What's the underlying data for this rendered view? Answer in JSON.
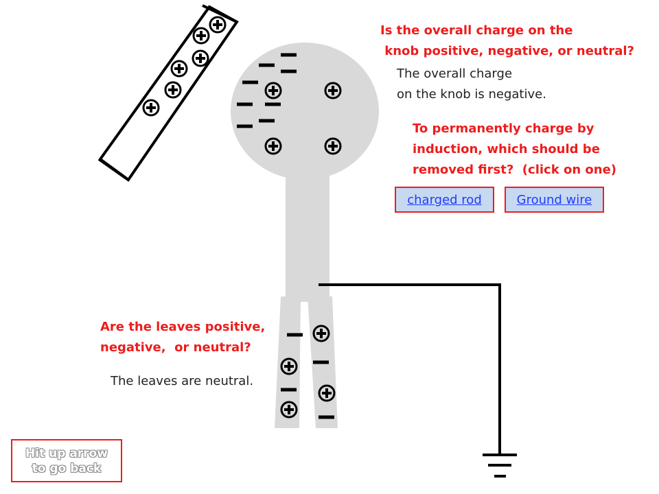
{
  "questions": {
    "knob_question": "Is the overall charge on the\n knob positive, negative, or neutral?",
    "knob_answer": "The overall charge\non the knob is negative.",
    "induction_question": "To permanently charge by\ninduction, which should be\nremoved first?  (click on one)",
    "leaves_question": "Are the leaves positive,\nnegative,  or neutral?",
    "leaves_answer": "The leaves are neutral."
  },
  "choices": {
    "charged_rod": "charged rod",
    "ground_wire": "Ground wire"
  },
  "back_button": {
    "line1": "Hit up arrow",
    "line2": "to go back"
  },
  "colors": {
    "question_text": "#ee1c1c",
    "electroscope": "#d9d9d9",
    "button_fill": "#c6d9f1",
    "button_border": "#ee1c1c",
    "link_text": "#1f3bff"
  },
  "symbols": {
    "rod_charges": "plus",
    "knob_charges": "plus and minus",
    "leaf_charges": "plus and minus"
  }
}
